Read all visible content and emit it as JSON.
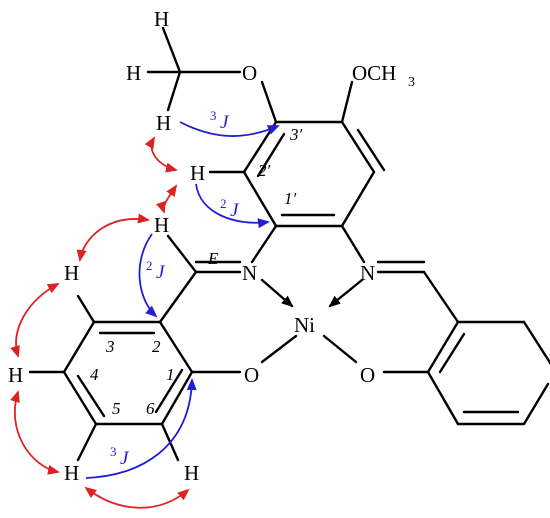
{
  "atoms": {
    "ni": "Ni",
    "n_left": "N",
    "n_right": "N",
    "o_phenol_left": "O",
    "o_phenol_right": "O",
    "o_methoxy": "O",
    "methoxy_right": "OCH",
    "methoxy_right_sub": "3",
    "h": "H"
  },
  "labels": {
    "e_isomer": "E",
    "pos_1": "1",
    "pos_2": "2",
    "pos_3": "3",
    "pos_4": "4",
    "pos_5": "5",
    "pos_6": "6",
    "pos_1p": "1′",
    "pos_2p": "2′",
    "pos_3p": "3′"
  },
  "couplings": {
    "j_symbol": "J",
    "three_bond_sup": "3",
    "two_bond_sup": "2"
  },
  "colors": {
    "hmbc_arrows": "#1f1fd6",
    "noesy_arrows": "#dd2222",
    "bonds": "#000000"
  }
}
